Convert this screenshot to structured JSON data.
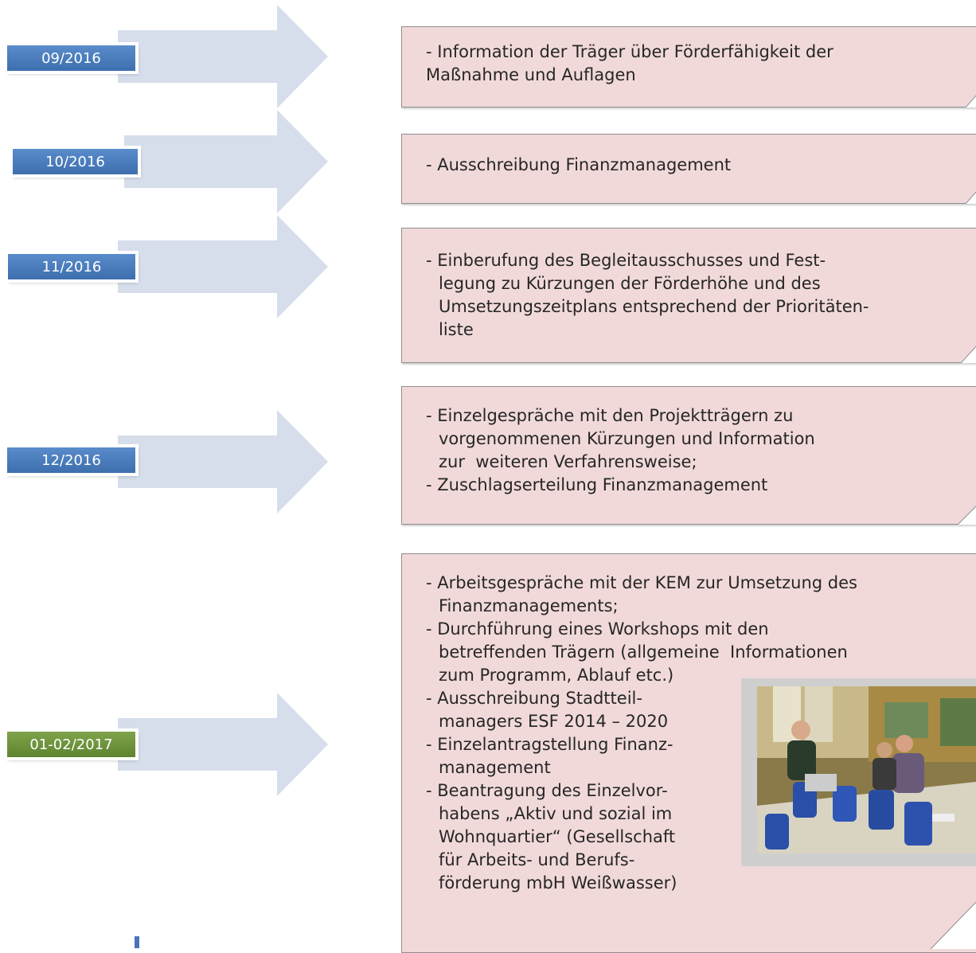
{
  "timeline": [
    {
      "date": "09/2016",
      "color": "#4a7dbf",
      "lines": [
        "- Information der Träger über Förderfähigkeit der",
        "Maßnahme und Auflagen"
      ]
    },
    {
      "date": "10/2016",
      "color": "#4a7dbf",
      "lines": [
        "- Ausschreibung Finanzmanagement"
      ]
    },
    {
      "date": "11/2016",
      "color": "#4a7dbf",
      "lines": [
        "- Einberufung des Begleitausschusses und Fest-",
        "legung zu Kürzungen der Förderhöhe und des",
        "Umsetzungszeitplans entsprechend der Prioritäten-",
        "liste"
      ]
    },
    {
      "date": "12/2016",
      "color": "#4a7dbf",
      "lines": [
        "- Einzelgespräche mit den Projektträgern zu",
        "vorgenommenen Kürzungen und Information",
        "zur  weiteren Verfahrensweise;",
        "- Zuschlagserteilung Finanzmanagement"
      ]
    },
    {
      "date": "01-02/2017",
      "color": "#6b933c",
      "lines": [
        "- Arbeitsgespräche mit der KEM zur Umsetzung des",
        "Finanzmanagements;",
        "- Durchführung eines Workshops mit den",
        "betreffenden Trägern (allgemeine  Informationen",
        "zum Programm, Ablauf etc.)",
        "- Ausschreibung Stadtteil-",
        "managers ESF 2014 – 2020",
        "- Einzelantragstellung Finanz-",
        "management",
        "- Beantragung des Einzelvor-",
        "habens „Aktiv und sozial im",
        "Wohnquartier“ (Gesellschaft",
        "für Arbeits- und Berufs-",
        "förderung mbH Weißwasser)"
      ]
    }
  ],
  "colors": {
    "arrow": "#d6deec",
    "note_background": "#f1d9da",
    "note_border": "#8e8e8e"
  },
  "photo": {
    "description_icon": "meeting-photo"
  }
}
